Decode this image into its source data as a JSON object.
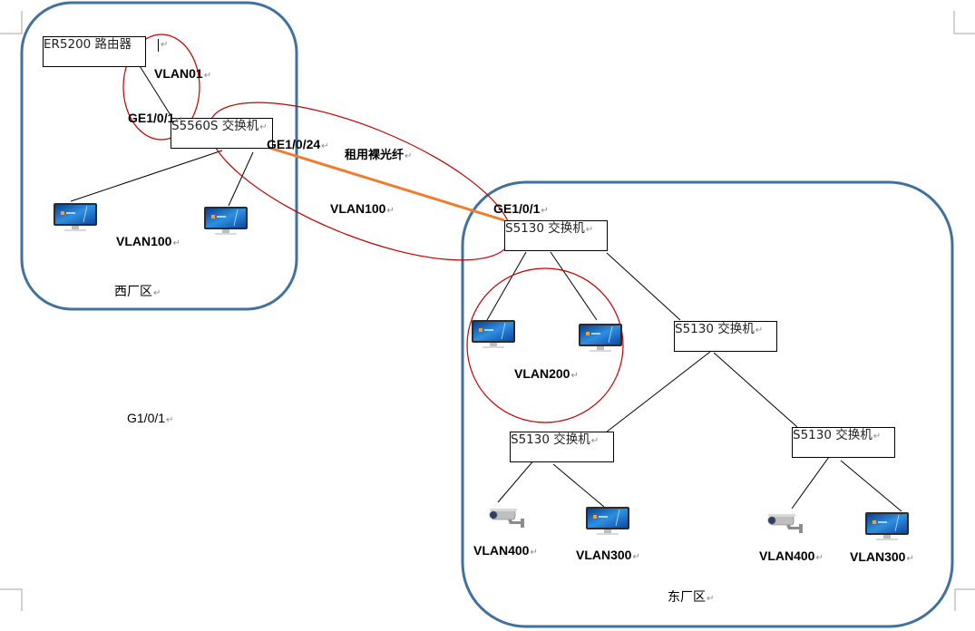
{
  "diagram": {
    "title": "Network topology",
    "colors": {
      "zone_border": "#41719c",
      "highlight_ellipse": "#c00000",
      "fiber_link": "#ed7d31",
      "link": "#000000"
    },
    "return_mark": "↵",
    "zones": {
      "west": {
        "label": "西厂区"
      },
      "east": {
        "label": "东厂区"
      }
    },
    "devices": {
      "router": {
        "label": "ER5200 路由器"
      },
      "core_switch_west": {
        "label": "S5560S 交换机"
      },
      "switch_east_main": {
        "label": "S5130 交换机"
      },
      "switch_east_mid": {
        "label": "S5130 交换机"
      },
      "switch_east_left": {
        "label": "S5130 交换机"
      },
      "switch_east_right": {
        "label": "S5130 交换机"
      }
    },
    "labels": {
      "vlan01": "VLAN01",
      "ge_router_port": "GE1/0/1",
      "ge_west_uplink": "GE1/0/24",
      "fiber": "租用裸光纤",
      "vlan100_link": "VLAN100",
      "ge_east_port": "GE1/0/1",
      "vlan100_west": "VLAN100",
      "vlan200": "VLAN200",
      "vlan400_left": "VLAN400",
      "vlan300_left": "VLAN300",
      "vlan400_right": "VLAN400",
      "vlan300_right": "VLAN300",
      "loose_port_label": "G1/0/1"
    },
    "icons": {
      "pc": "monitor-icon",
      "camera": "camera-icon",
      "anchor": "anchor-icon"
    }
  }
}
